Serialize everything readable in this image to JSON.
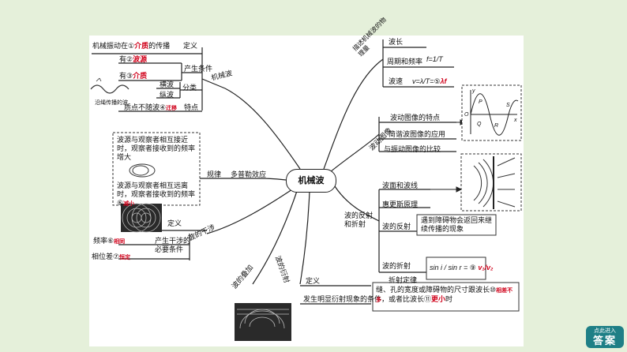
{
  "center": "机械波",
  "branches": {
    "top_left": "机械波",
    "top_right": "描述机械波的物理量",
    "right_mid": "波动图像",
    "right_low": "波的反射和折射",
    "bottom": "波的衍射",
    "left_mid": "多普勒效应",
    "left_low": "波的干涉",
    "left_bottom": "波的叠加"
  },
  "mechanical_wave": {
    "definition_text_1": "机械振动在①",
    "definition_red": "介质",
    "definition_text_2": "的传播",
    "definition_label": "定义",
    "cond1_text": "有②",
    "cond1_red": "波源",
    "cond2_text": "有③",
    "cond2_red": "介质",
    "cond_label": "产生条件",
    "transverse": "横波",
    "longitudinal": "纵波",
    "classify_label": "分类",
    "feature_text": "质点不随波④",
    "feature_red": "迁移",
    "feature_label": "特点",
    "wave_caption": "沿绳传播的波"
  },
  "quantities": {
    "wavelength": "波长",
    "period_freq": "周期和频率",
    "period_formula": "f=1/T",
    "speed": "波速",
    "speed_formula": "v=λ/T=⑤",
    "speed_red": "λf"
  },
  "wave_graph": {
    "features": "波动图像的特点",
    "simple_app": "简谐波图像的应用",
    "compare": "与振动图像的比较",
    "graph_labels": [
      "y",
      "P",
      "S",
      "O",
      "Q",
      "R",
      "x"
    ]
  },
  "doppler": {
    "near": "波源与观察者相互接近时，观察者接收到的频率增大",
    "far_text": "波源与观察者相互远离时，观察者接收到的频率⑥",
    "far_red": "减小",
    "rule_label": "规律"
  },
  "interference": {
    "definition_label": "定义",
    "necessary": "产生干涉的必要条件",
    "freq_text": "频率⑥",
    "freq_red": "相同",
    "phase_text": "相位差⑦",
    "phase_red": "恒定"
  },
  "reflection": {
    "wavefront": "波面和波线",
    "huygens": "惠更斯原理",
    "reflection": "波的反射",
    "reflection_desc": "遇到障碍物会返回来继续传播的现象",
    "refraction": "波的折射",
    "refraction_law": "折射定律",
    "law_formula": "sin i / sin r = ⑨",
    "law_red": "v₁/v₂"
  },
  "diffraction": {
    "definition_label": "定义",
    "condition_label": "发生明显衍射现象的条件",
    "condition_text_1": "缝、孔的宽度或障碍物的尺寸跟波长⑩",
    "condition_red_1": "相差不多",
    "condition_text_2": "，或者比波长⑪",
    "condition_red_2": "更小",
    "condition_text_3": "时"
  },
  "answer_button": {
    "small": "点此进入",
    "big": "答案"
  }
}
